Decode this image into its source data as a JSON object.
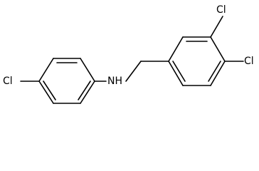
{
  "molecule": {
    "atoms": {
      "cl_left": "Cl",
      "nh": "NH",
      "cl_top": "Cl",
      "cl_right": "Cl"
    }
  },
  "style": {
    "line_color": "#000000",
    "background": "#ffffff"
  }
}
